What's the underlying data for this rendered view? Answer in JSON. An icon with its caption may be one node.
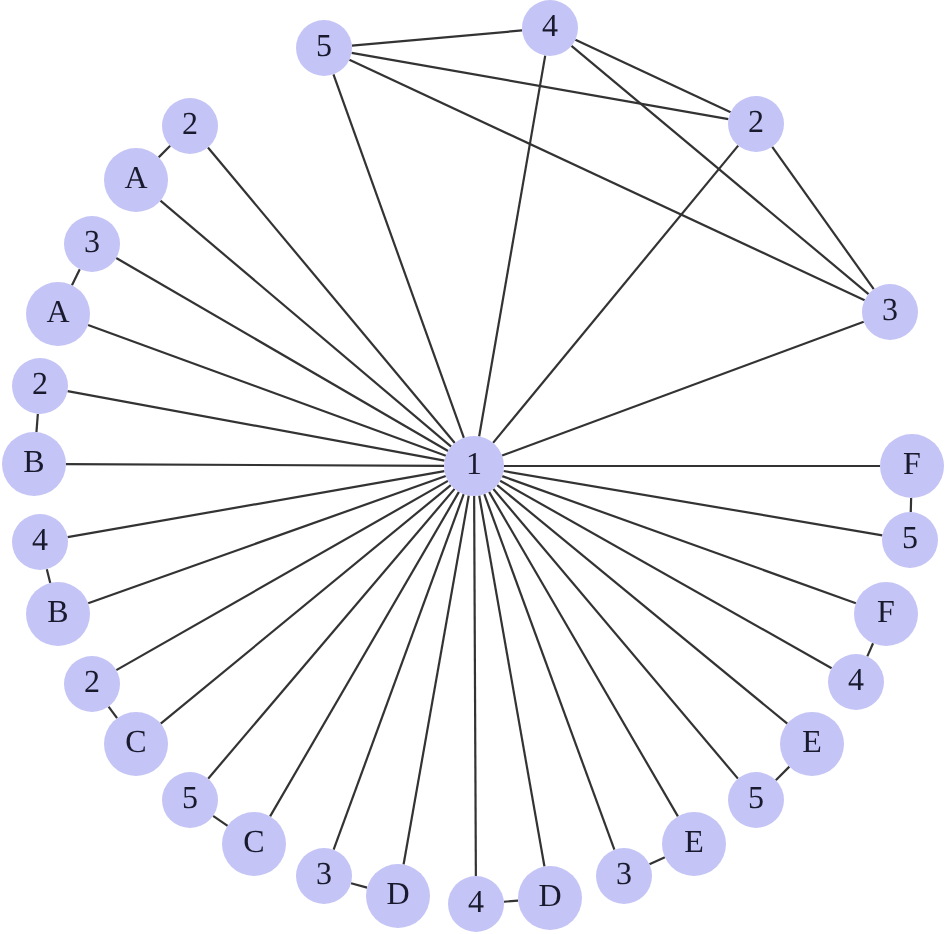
{
  "diagram": {
    "nodes": [
      {
        "text": [
          "1"
        ]
      },
      {
        "text": [
          "5"
        ]
      },
      {
        "text": [
          "4"
        ]
      },
      {
        "text": [
          "2"
        ]
      },
      {
        "text": [
          "3"
        ]
      },
      {
        "text": [
          "2"
        ]
      },
      {
        "text": [
          "A"
        ]
      },
      {
        "text": [
          "3"
        ]
      },
      {
        "text": [
          "A"
        ]
      },
      {
        "text": [
          "2"
        ]
      },
      {
        "text": [
          "B"
        ]
      },
      {
        "text": [
          "4"
        ]
      },
      {
        "text": [
          "B"
        ]
      },
      {
        "text": [
          "2"
        ]
      },
      {
        "text": [
          "C"
        ]
      },
      {
        "text": [
          "5"
        ]
      },
      {
        "text": [
          "C"
        ]
      },
      {
        "text": [
          "3"
        ]
      },
      {
        "text": [
          "D"
        ]
      },
      {
        "text": [
          "4"
        ]
      },
      {
        "text": [
          "D"
        ]
      },
      {
        "text": [
          "3"
        ]
      },
      {
        "text": [
          "E"
        ]
      },
      {
        "text": [
          "5"
        ]
      },
      {
        "text": [
          "E"
        ]
      },
      {
        "text": [
          "4"
        ]
      },
      {
        "text": [
          "F"
        ]
      },
      {
        "text": [
          "5"
        ]
      },
      {
        "text": [
          "F"
        ]
      }
    ],
    "edges": [
      {
        "from": 1,
        "to": 2,
        "arrow": "none"
      },
      {
        "from": 1,
        "to": 3,
        "arrow": "none"
      },
      {
        "from": 1,
        "to": 4,
        "arrow": "none"
      },
      {
        "from": 2,
        "to": 3,
        "arrow": "none"
      },
      {
        "from": 2,
        "to": 4,
        "arrow": "none"
      },
      {
        "from": 3,
        "to": 4,
        "arrow": "none"
      },
      {
        "from": 0,
        "to": 1,
        "arrow": "none"
      },
      {
        "from": 0,
        "to": 2,
        "arrow": "none"
      },
      {
        "from": 0,
        "to": 3,
        "arrow": "none"
      },
      {
        "from": 0,
        "to": 4,
        "arrow": "none"
      },
      {
        "from": 0,
        "to": 5,
        "arrow": "none"
      },
      {
        "from": 0,
        "to": 6,
        "arrow": "none"
      },
      {
        "from": 0,
        "to": 7,
        "arrow": "none"
      },
      {
        "from": 0,
        "to": 8,
        "arrow": "none"
      },
      {
        "from": 0,
        "to": 9,
        "arrow": "none"
      },
      {
        "from": 0,
        "to": 10,
        "arrow": "none"
      },
      {
        "from": 0,
        "to": 11,
        "arrow": "none"
      },
      {
        "from": 0,
        "to": 12,
        "arrow": "none"
      },
      {
        "from": 0,
        "to": 13,
        "arrow": "none"
      },
      {
        "from": 0,
        "to": 14,
        "arrow": "none"
      },
      {
        "from": 0,
        "to": 15,
        "arrow": "none"
      },
      {
        "from": 0,
        "to": 16,
        "arrow": "none"
      },
      {
        "from": 0,
        "to": 17,
        "arrow": "none"
      },
      {
        "from": 0,
        "to": 18,
        "arrow": "none"
      },
      {
        "from": 0,
        "to": 19,
        "arrow": "none"
      },
      {
        "from": 0,
        "to": 20,
        "arrow": "none"
      },
      {
        "from": 0,
        "to": 21,
        "arrow": "none"
      },
      {
        "from": 0,
        "to": 22,
        "arrow": "none"
      },
      {
        "from": 0,
        "to": 23,
        "arrow": "none"
      },
      {
        "from": 0,
        "to": 24,
        "arrow": "none"
      },
      {
        "from": 0,
        "to": 25,
        "arrow": "none"
      },
      {
        "from": 0,
        "to": 26,
        "arrow": "none"
      },
      {
        "from": 0,
        "to": 27,
        "arrow": "none"
      },
      {
        "from": 0,
        "to": 28,
        "arrow": "none"
      },
      {
        "from": 5,
        "to": 6,
        "arrow": "none"
      },
      {
        "from": 7,
        "to": 8,
        "arrow": "none"
      },
      {
        "from": 9,
        "to": 10,
        "arrow": "none"
      },
      {
        "from": 11,
        "to": 12,
        "arrow": "none"
      },
      {
        "from": 13,
        "to": 14,
        "arrow": "none"
      },
      {
        "from": 15,
        "to": 16,
        "arrow": "none"
      },
      {
        "from": 17,
        "to": 18,
        "arrow": "none"
      },
      {
        "from": 19,
        "to": 20,
        "arrow": "none"
      },
      {
        "from": 21,
        "to": 22,
        "arrow": "none"
      },
      {
        "from": 23,
        "to": 24,
        "arrow": "none"
      },
      {
        "from": 25,
        "to": 26,
        "arrow": "none"
      },
      {
        "from": 27,
        "to": 28,
        "arrow": "none"
      }
    ]
  }
}
